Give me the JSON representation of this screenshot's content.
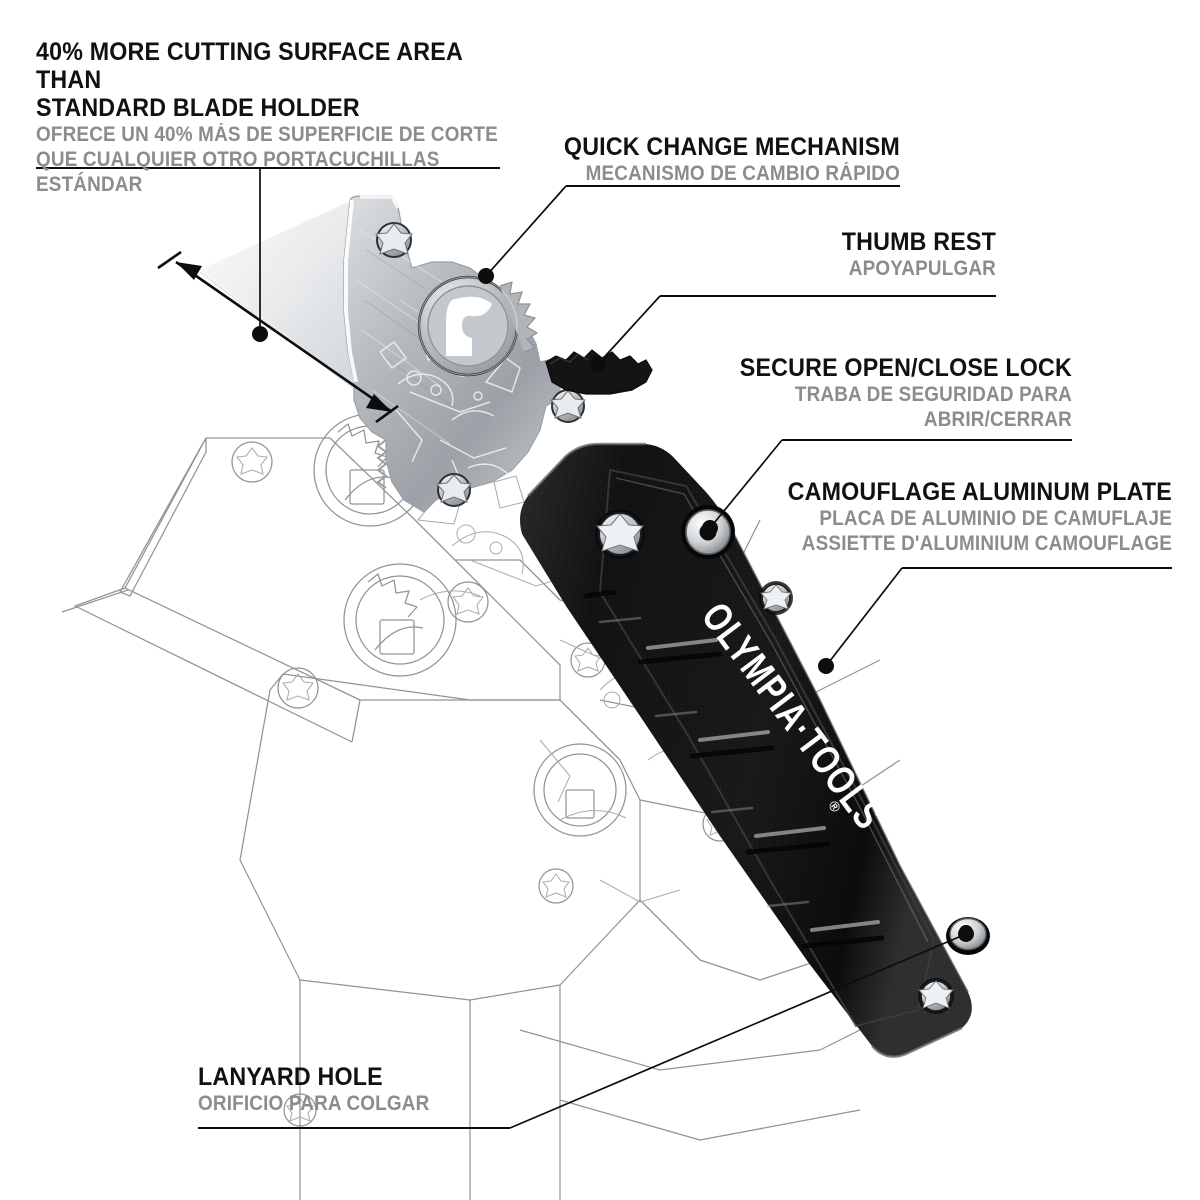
{
  "page": {
    "type": "product-feature-infographic",
    "background_color": "#ffffff",
    "product_name": "OLYMPIA·TOOLS",
    "product_category": "folding utility knife"
  },
  "colors": {
    "heading": "#111111",
    "subheading": "#8c8c8c",
    "leader_line": "#0d0d0d",
    "ghost_line": "#8e8e8e",
    "handle_black": "#121212",
    "blade_silver": "#b9bcc0",
    "plate_silver": "#aab0b4",
    "accent_white": "#ffffff"
  },
  "callouts": [
    {
      "id": "cutting-surface",
      "title": "40% MORE CUTTING SURFACE AREA THAN\nSTANDARD BLADE HOLDER",
      "subtitle": "OFRECE UN 40% MÁS DE SUPERFICIE DE CORTE\nQUE CUALQUIER OTRO PORTACUCHILLAS ESTÁNDAR",
      "align": "left"
    },
    {
      "id": "quick-change",
      "title": "QUICK CHANGE MECHANISM",
      "subtitle": "MECANISMO DE CAMBIO RÁPIDO",
      "align": "right"
    },
    {
      "id": "thumb-rest",
      "title": "THUMB REST",
      "subtitle": "APOYAPULGAR",
      "align": "right"
    },
    {
      "id": "secure-lock",
      "title": "SECURE OPEN/CLOSE LOCK",
      "subtitle": "TRABA DE SEGURIDAD PARA\nABRIR/CERRAR",
      "align": "right"
    },
    {
      "id": "camouflage-plate",
      "title": "CAMOUFLAGE ALUMINUM PLATE",
      "subtitle": "PLACA DE ALUMINIO DE CAMUFLAJE\nASSIETTE D'ALUMINIUM CAMOUFLAGE",
      "align": "right"
    },
    {
      "id": "lanyard-hole",
      "title": "LANYARD HOLE",
      "subtitle": "ORIFICIO PARA COLGAR",
      "align": "left"
    }
  ],
  "product": {
    "brand_mark": "OLYMPIA·TOOLS",
    "brand_mark_suffix": "®",
    "parts": [
      "utility blade",
      "aluminum blade holder",
      "quick change dial",
      "serrated thumb rest",
      "pivot screw",
      "lock button",
      "camouflage aluminum plate",
      "textured grip handle",
      "lanyard eyelet",
      "torx screws"
    ]
  }
}
